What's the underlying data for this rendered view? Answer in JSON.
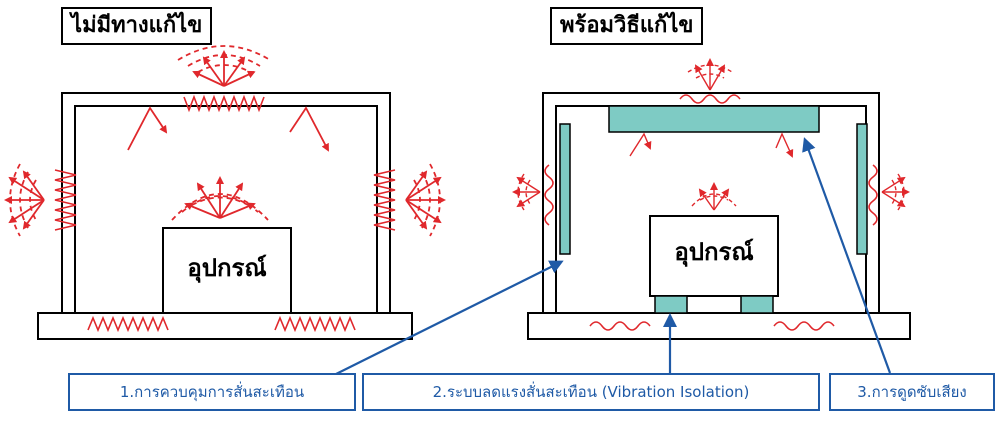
{
  "left_panel": {
    "title": "ไม่มีทางแก้ไข",
    "device_label": "อุปกรณ์"
  },
  "right_panel": {
    "title": "พร้อมวิธีแก้ไข",
    "device_label": "อุปกรณ์"
  },
  "callouts": [
    {
      "label": "1.การควบคุมการสั่นสะเทือน"
    },
    {
      "label": "2.ระบบลดแรงสั่นสะเทือน (Vibration Isolation)"
    },
    {
      "label": "3.การดูดซับเสียง"
    }
  ],
  "colors": {
    "noise": "#e0282c",
    "absorber": "#7ecbc4",
    "callout": "#1f5aa6",
    "outline": "#000000"
  }
}
